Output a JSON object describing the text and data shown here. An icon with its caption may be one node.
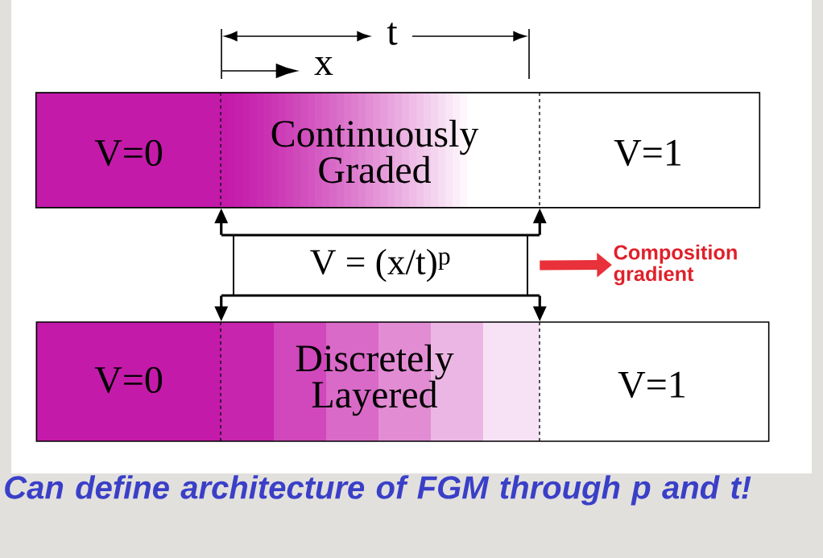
{
  "diagram": {
    "caption": "Can define architecture of FGM through p and t!",
    "nodes": [
      {
        "text": [],
        "shape": "bar"
      },
      {
        "text": [
          "V=0"
        ],
        "in": 0
      },
      {
        "text": [
          "Continuously Graded"
        ],
        "in": 0
      },
      {
        "text": [
          "V=1"
        ],
        "in": 0
      },
      {
        "text": [
          "V = (x/t)$^{p}$"
        ]
      },
      {
        "text": [
          "Composition gradient"
        ]
      },
      {
        "text": [],
        "shape": "bar"
      },
      {
        "text": [
          "V=0"
        ],
        "in": 6
      },
      {
        "text": [
          "Discretely Layered"
        ],
        "in": 6
      },
      {
        "text": [
          "V=1"
        ],
        "in": 6
      }
    ],
    "edges": [
      {
        "from": 4,
        "to": 0,
        "arrow": "to"
      },
      {
        "from": 4,
        "to": 0,
        "arrow": "to"
      },
      {
        "from": 4,
        "to": 6,
        "arrow": "to"
      },
      {
        "from": 4,
        "to": 6,
        "arrow": "to"
      },
      {
        "from": 4,
        "to": 5,
        "arrow": "to",
        "style": "thick",
        "color": "#e8313a"
      }
    ],
    "labels": [
      "t",
      "x"
    ]
  }
}
